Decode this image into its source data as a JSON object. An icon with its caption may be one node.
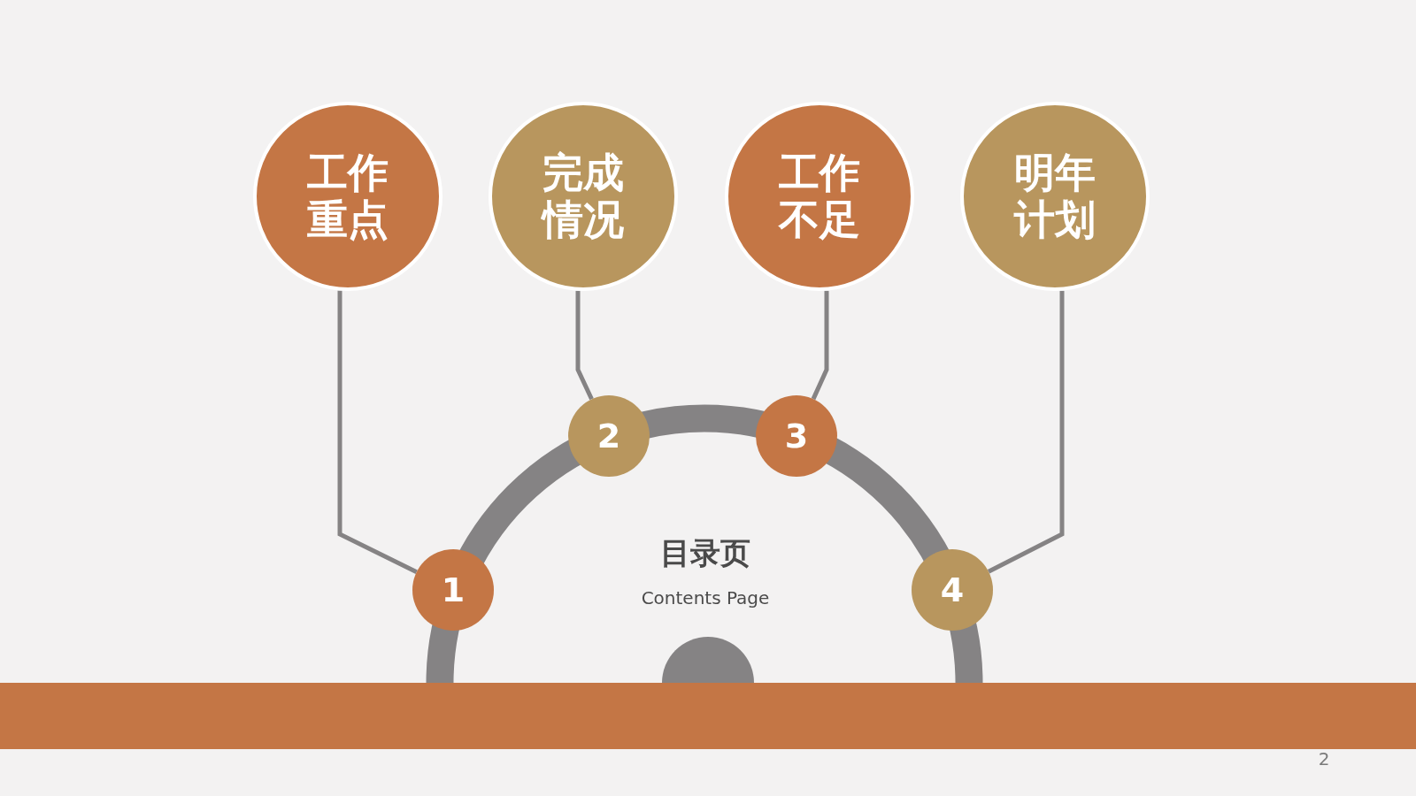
{
  "diagram": {
    "nodes": [
      {
        "text": [
          "工作重点"
        ]
      },
      {
        "text": [
          "完成情况"
        ]
      },
      {
        "text": [
          "工作不足"
        ]
      },
      {
        "text": [
          "明年计划"
        ]
      },
      {
        "text": [
          "1"
        ]
      },
      {
        "text": [
          "2"
        ]
      },
      {
        "text": [
          "3"
        ]
      },
      {
        "text": [
          "4"
        ]
      },
      {
        "text": [],
        "shape": "semicircle"
      }
    ],
    "edges": [
      {
        "from": 0,
        "to": 4,
        "arrow": "none"
      },
      {
        "from": 1,
        "to": 5,
        "arrow": "none"
      },
      {
        "from": 2,
        "to": 6,
        "arrow": "none"
      },
      {
        "from": 3,
        "to": 7,
        "arrow": "none"
      }
    ],
    "labels": [
      "目录页",
      "Contents Page",
      "2"
    ]
  }
}
